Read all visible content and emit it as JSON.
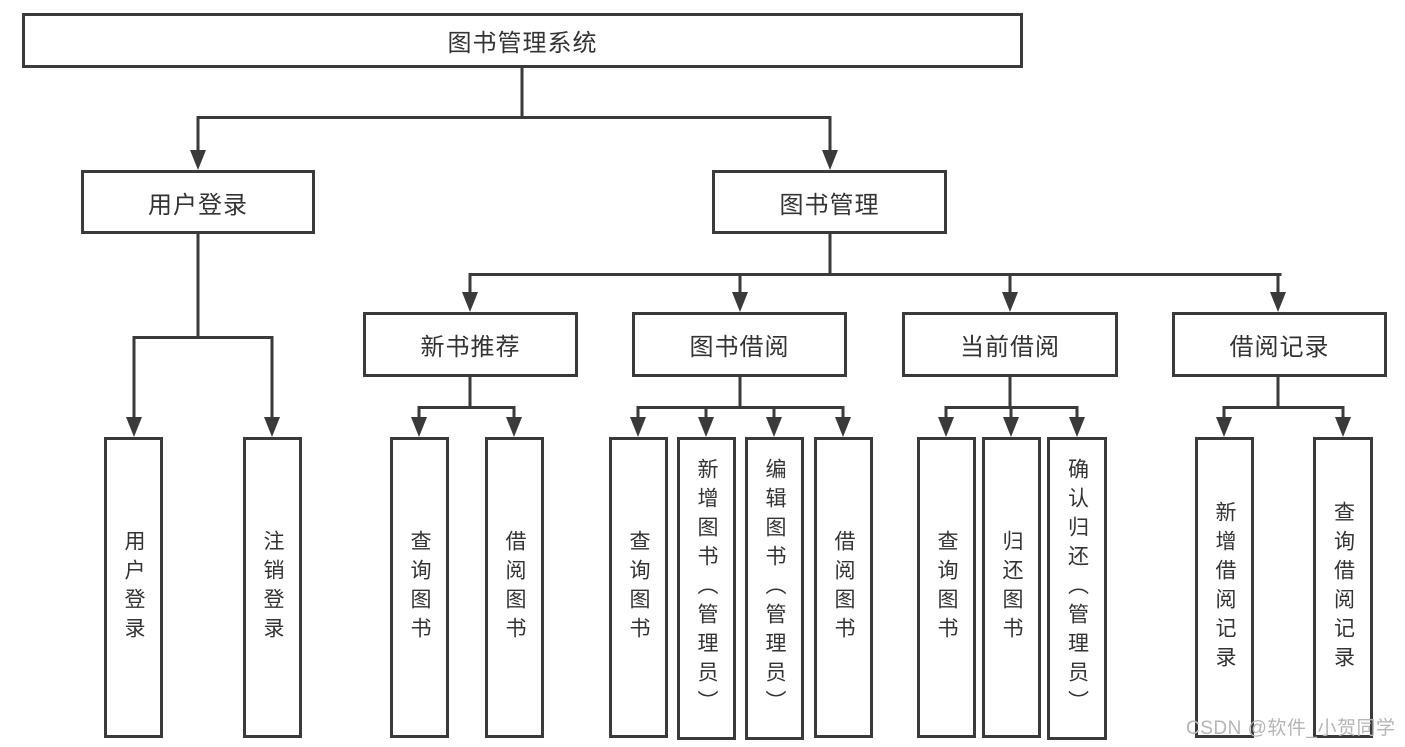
{
  "colors": {
    "line": "#3a3a3a",
    "text": "#333333",
    "box_fill": "#ffffff",
    "watermark": "#b5b5b5",
    "background": "#ffffff"
  },
  "watermark": {
    "text": "CSDN @软件_小贺同学"
  },
  "tree": {
    "root": {
      "label": "图书管理系统"
    },
    "children": [
      {
        "label": "用户登录",
        "children": [
          {
            "label": "用户登录"
          },
          {
            "label": "注销登录"
          }
        ]
      },
      {
        "label": "图书管理",
        "children": [
          {
            "label": "新书推荐",
            "children": [
              {
                "label": "查询图书"
              },
              {
                "label": "借阅图书"
              }
            ]
          },
          {
            "label": "图书借阅",
            "children": [
              {
                "label": "查询图书"
              },
              {
                "label": "新增图书（管理员）"
              },
              {
                "label": "编辑图书（管理员）"
              },
              {
                "label": "借阅图书"
              }
            ]
          },
          {
            "label": "当前借阅",
            "children": [
              {
                "label": "查询图书"
              },
              {
                "label": "归还图书"
              },
              {
                "label": "确认归还（管理员）"
              }
            ]
          },
          {
            "label": "借阅记录",
            "children": [
              {
                "label": "新增借阅记录"
              },
              {
                "label": "查询借阅记录"
              }
            ]
          }
        ]
      }
    ]
  }
}
